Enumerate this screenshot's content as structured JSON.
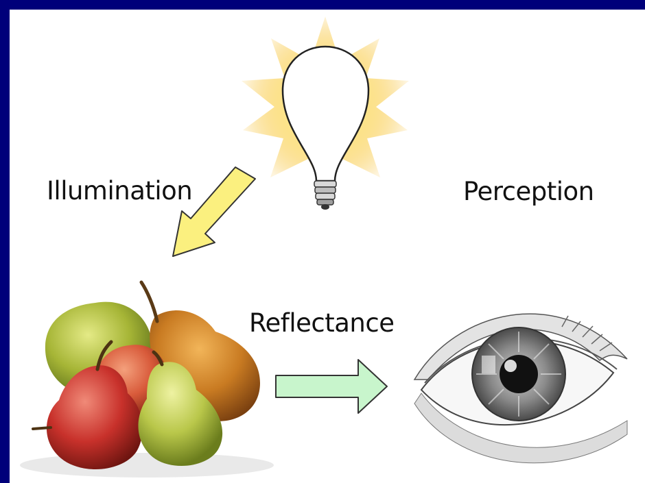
{
  "labels": {
    "illumination": "Illumination",
    "perception": "Perception",
    "reflectance": "Reflectance"
  },
  "icons": {
    "light_source": "lightbulb-icon",
    "object": "pears-icon",
    "observer": "eye-icon"
  },
  "colors": {
    "frame": "#00007a",
    "background": "#ffffff",
    "illumination_arrow": "#fbf07f",
    "reflectance_arrow": "#c8f5cc",
    "sun_glow": "#f6b81c"
  }
}
